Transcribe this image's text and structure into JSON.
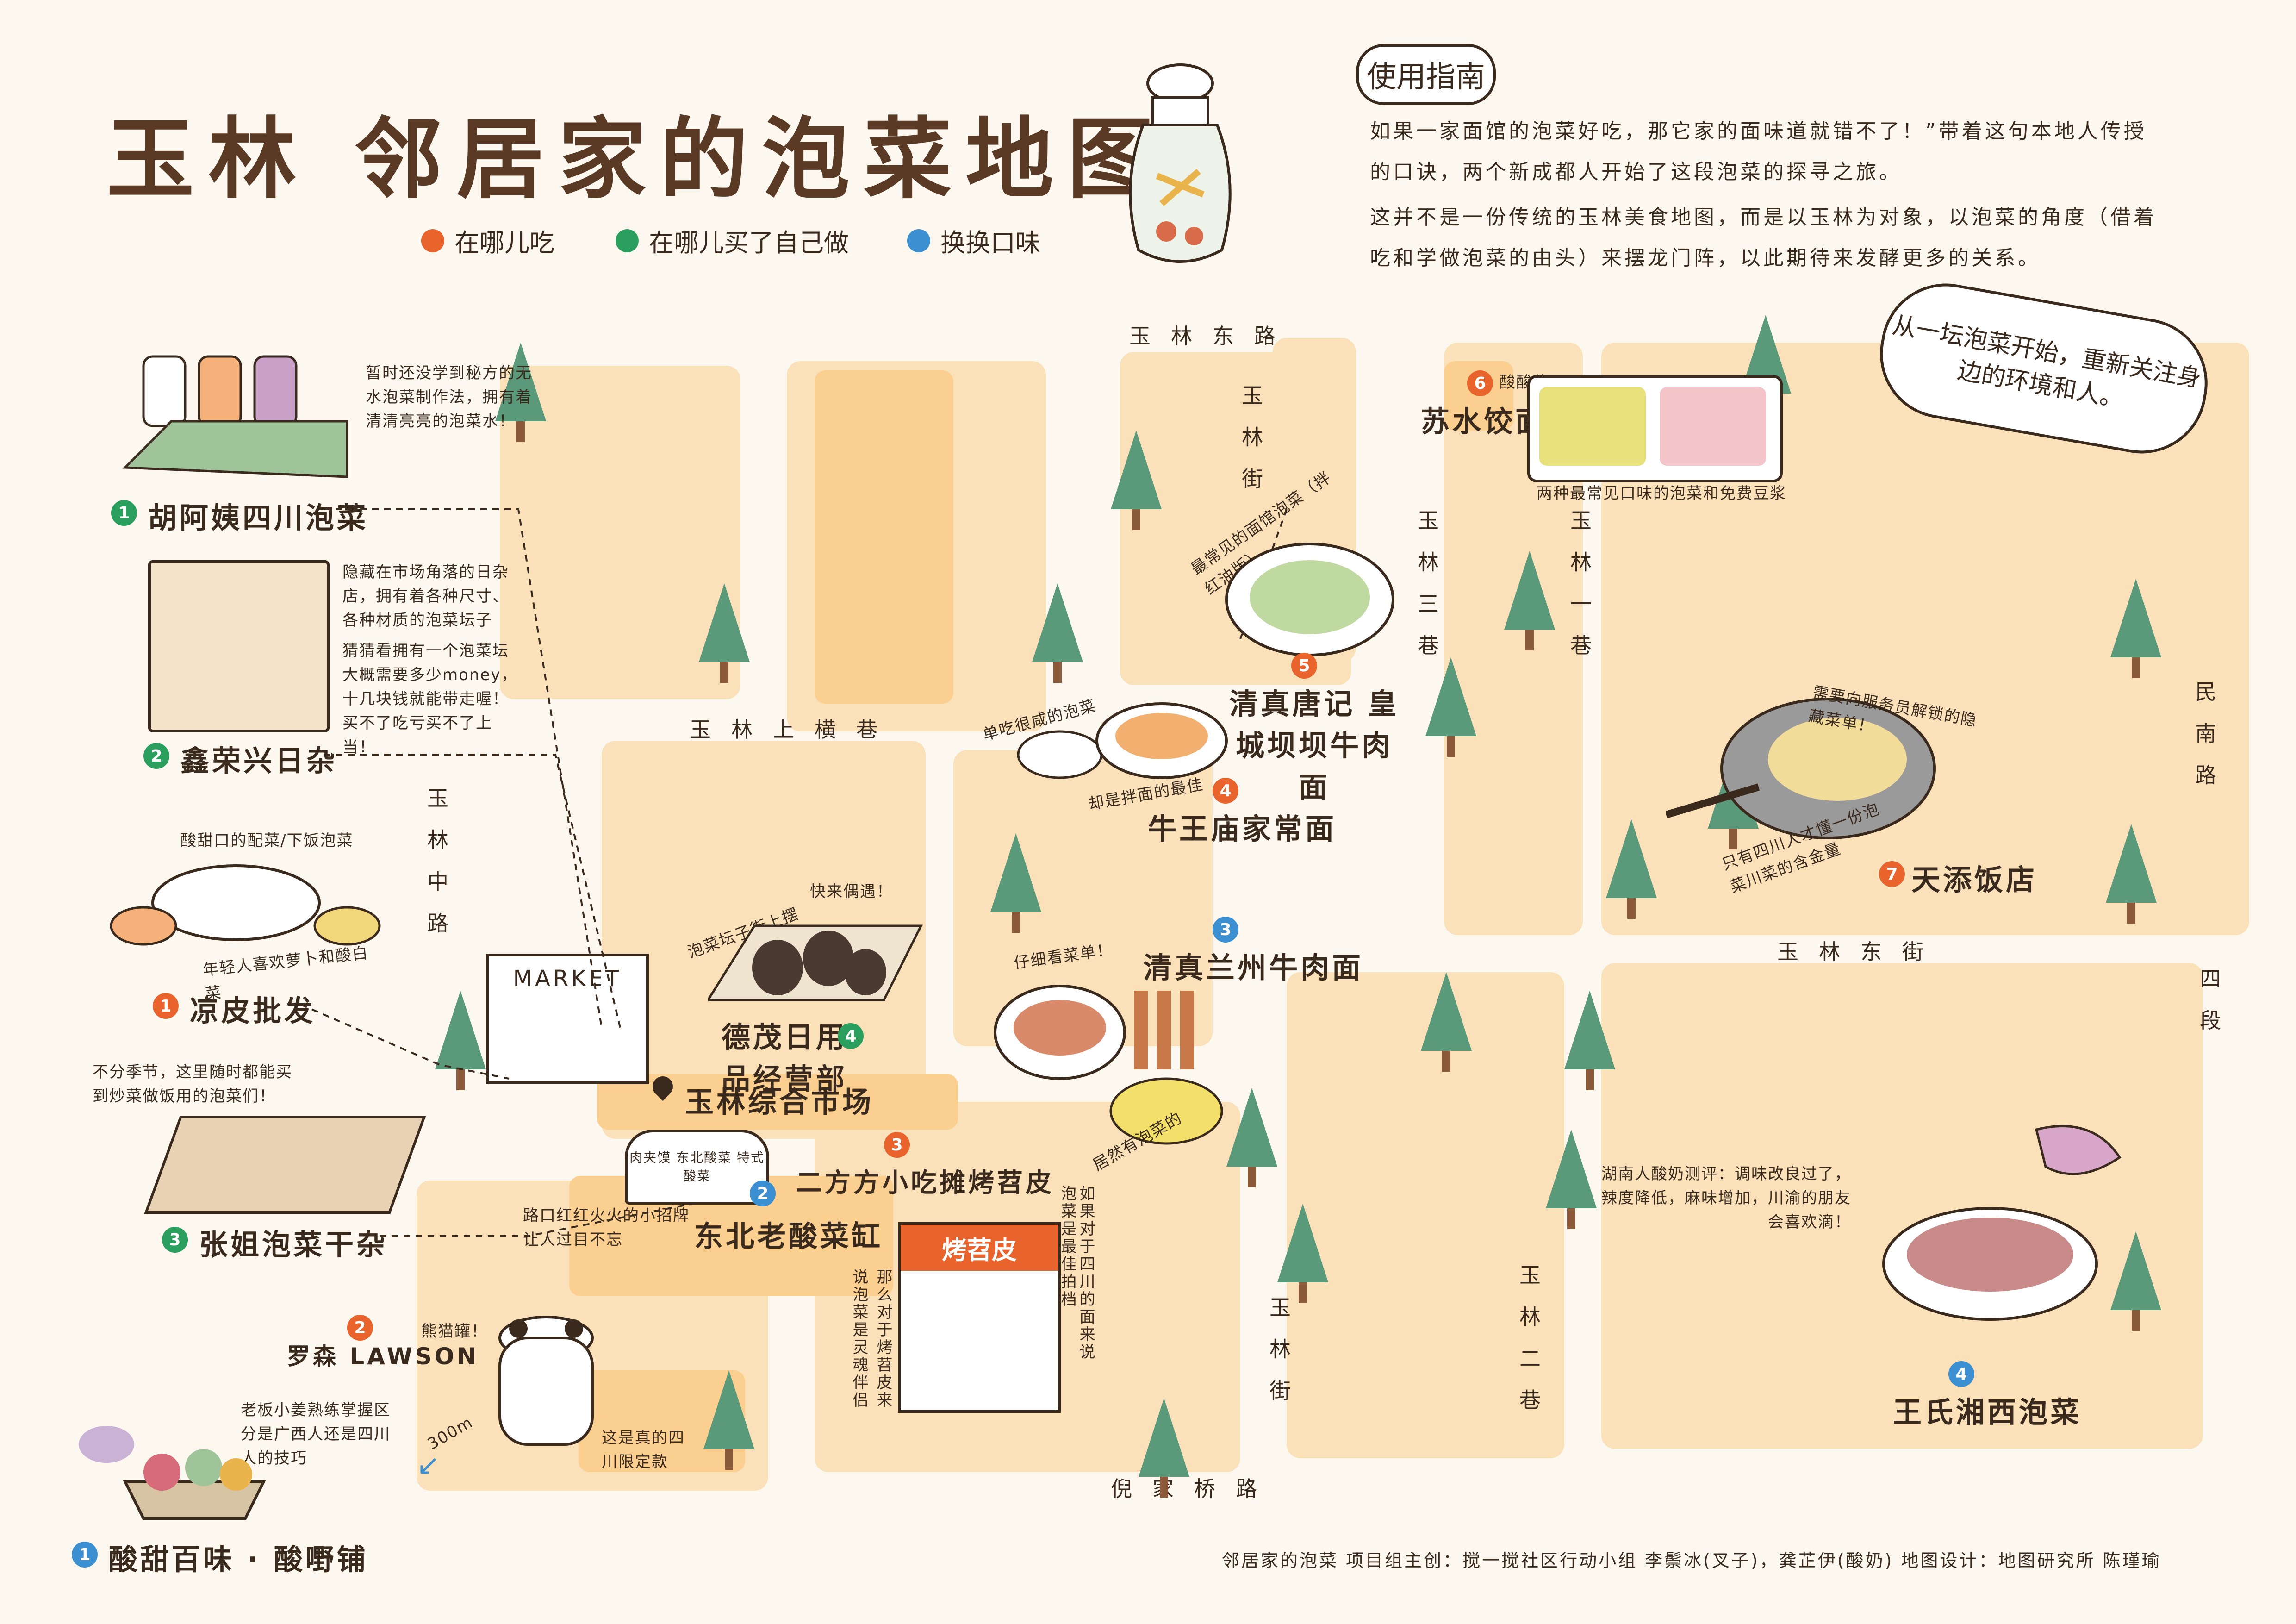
{
  "title": "玉林 邻居家的泡菜地图",
  "legend": [
    {
      "label": "在哪儿吃",
      "color": "#e8642c"
    },
    {
      "label": "在哪儿买了自己做",
      "color": "#2a9e5c"
    },
    {
      "label": "换换口味",
      "color": "#3c8fd1"
    }
  ],
  "guide": {
    "tag": "使用指南",
    "para1": "如果一家面馆的泡菜好吃，那它家的面味道就错不了！”带着这句本地人传授的口诀，两个新成都人开始了这段泡菜的探寻之旅。",
    "para2": "这并不是一份传统的玉林美食地图，而是以玉林为对象，以泡菜的角度（借着吃和学做泡菜的由头）来摆龙门阵，以此期待来发酵更多的关系。"
  },
  "speech": "从一坛泡菜开始，重新关注身边的环境和人。",
  "streets": {
    "yulin_east_road": "玉林东路",
    "yulin_street_north": "玉林街",
    "yulin_san_xiang": "玉林三巷",
    "yulin_yi_xiang": "玉林一巷",
    "yulin_shang_heng_xiang": "玉林上横巷",
    "yulin_middle_road": "玉林中路",
    "yulin_east_street": "玉林东街",
    "minnan_road": "民南路",
    "four_section": "四段",
    "yulin_er_xiang": "玉林二巷",
    "yulin_street_south": "玉林街",
    "nijiaqiao_road": "倪家桥路"
  },
  "places": [
    {
      "num": "1",
      "type": "green",
      "name": "胡阿姨四川泡菜",
      "note": "暂时还没学到秘方的无水泡菜制作法，拥有着清清亮亮的泡菜水！"
    },
    {
      "num": "2",
      "type": "green",
      "name": "鑫荣兴日杂",
      "note": "隐藏在市场角落的日杂店，拥有着各种尺寸、各种材质的泡菜坛子",
      "note2": "猜猜看拥有一个泡菜坛大概需要多少money，十几块钱就能带走喔！买不了吃亏买不了上当！"
    },
    {
      "num": "1",
      "type": "orange",
      "name": "凉皮批发",
      "note": "酸甜口的配菜/下饭泡菜",
      "note2": "年轻人喜欢萝卜和酸白菜"
    },
    {
      "num": "3",
      "type": "green",
      "name": "张姐泡菜干杂",
      "note": "不分季节，这里随时都能买到炒菜做饭用的泡菜们！"
    },
    {
      "num": "2",
      "type": "orange",
      "name": "罗森 LAWSON",
      "note": "熊猫罐！",
      "note2": "这是真的四川限定款"
    },
    {
      "num": "1",
      "type": "blue",
      "name": "酸甜百味 · 酸嘢铺",
      "note": "老板小姜熟练掌握区分是广西人还是四川人的技巧",
      "distance": "300m"
    },
    {
      "num": "4",
      "type": "green",
      "name": "德茂日用品经营部",
      "note": "快来偶遇！",
      "note2": "泡菜坛子街上摆"
    },
    {
      "num": "",
      "type": "market",
      "name": "玉林综合市场",
      "sign": "MARKET"
    },
    {
      "num": "2",
      "type": "blue",
      "name": "东北老酸菜缸",
      "note": "路口红红火火的小招牌让人过目不忘",
      "sign": "肉夹馍 东北酸菜 特式酸菜"
    },
    {
      "num": "3",
      "type": "orange",
      "name": "二方方小吃摊烤苕皮",
      "note": "泡菜是最佳拍档",
      "note2": "如果对于四川的面来说",
      "note3": "那么对于烤苕皮来说泡菜是灵魂伴侣",
      "stall": "烤苕皮"
    },
    {
      "num": "6",
      "type": "orange",
      "name": "苏水饺面食",
      "note": "酸酸的",
      "note2": "两种最常见口味的泡菜和免费豆浆"
    },
    {
      "num": "5",
      "type": "orange",
      "name": "清真唐记 皇城坝坝牛肉面",
      "note": "最常见的面馆泡菜（拌红油版）"
    },
    {
      "num": "4",
      "type": "orange",
      "name": "牛王庙家常面",
      "note": "单吃很咸的泡菜",
      "note2": "却是拌面的最佳"
    },
    {
      "num": "3",
      "type": "blue",
      "name": "清真兰州牛肉面",
      "note": "仔细看菜单！",
      "note2": "居然有泡菜的"
    },
    {
      "num": "7",
      "type": "orange",
      "name": "天添饭店",
      "note": "需要向服务员解锁的隐藏菜单！",
      "note2": "只有四川人才懂一份泡菜川菜的含金量"
    },
    {
      "num": "4",
      "type": "blue",
      "name": "王氏湘西泡菜",
      "note": "湖南人酸奶测评：调味改良过了，辣度降低，麻味增加，川渝的朋友会喜欢滴！"
    }
  ],
  "credits": "邻居家的泡菜 项目组主创：搅一搅社区行动小组 李鬃冰(叉子)，龚芷伊(酸奶)   地图设计：地图研究所 陈瑾瑜"
}
